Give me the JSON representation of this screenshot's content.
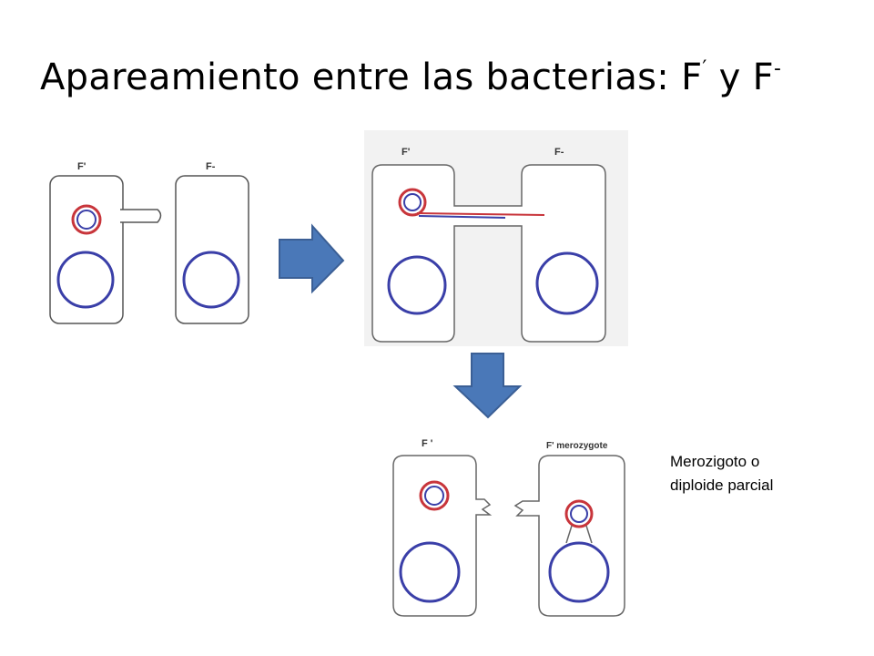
{
  "title": {
    "main": "Apareamiento  entre las bacterias: F",
    "prime_mark": "′",
    "connector": " y F",
    "minus_sup": "-"
  },
  "panels": {
    "before": {
      "left_label": "F'",
      "right_label": "F-"
    },
    "conjugation": {
      "left_label": "F'",
      "right_label": "F-"
    },
    "after": {
      "left_label": "F '",
      "right_label": "F' merozygote"
    }
  },
  "side_note": {
    "line1": "Merozigoto o",
    "line2": "diploide parcial"
  },
  "colors": {
    "chromosome": "#3a3fa8",
    "plasmid": "#c8353b",
    "arrow_fill": "#4a78b8",
    "arrow_stroke": "#3b5f95",
    "cell_outline": "#7a7a7a",
    "bg_panel": "#ffffff"
  }
}
